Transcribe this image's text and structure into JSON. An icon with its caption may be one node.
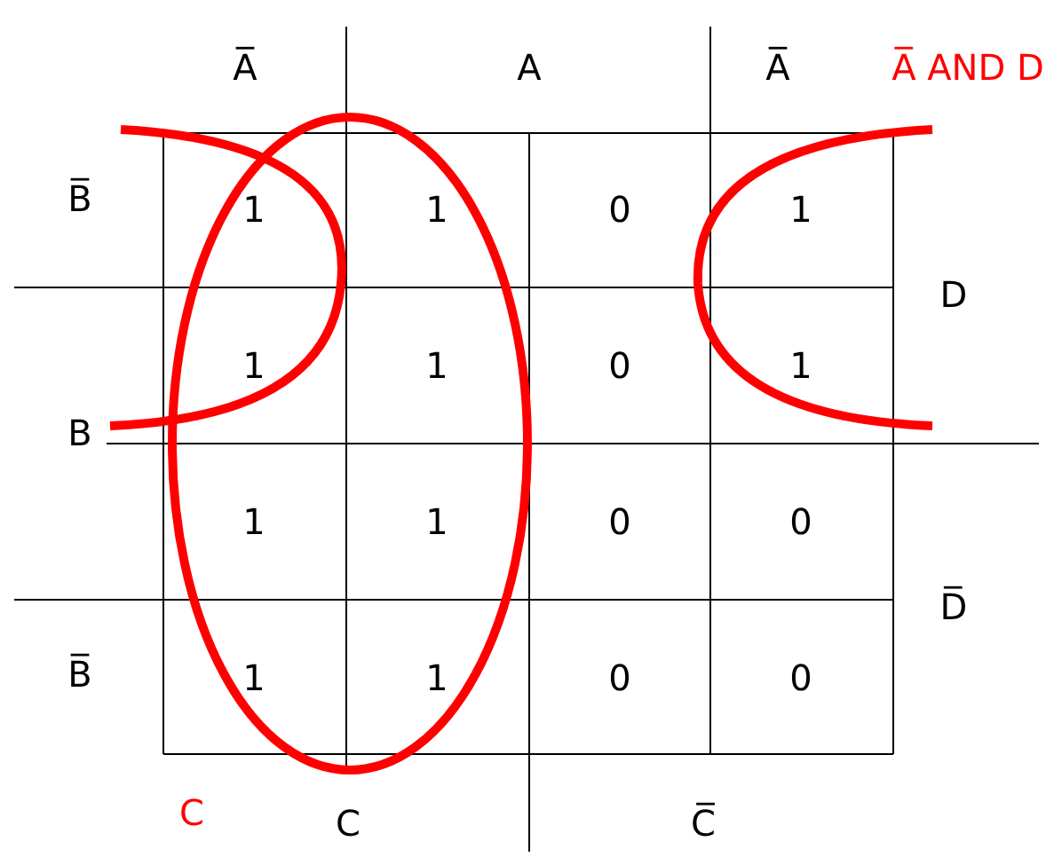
{
  "diagram": {
    "labels": [
      "A̅",
      "A",
      "A̅",
      "A̅ AND D",
      "B̅",
      "1",
      "1",
      "0",
      "1",
      "D",
      "1",
      "1",
      "0",
      "1",
      "B",
      "1",
      "1",
      "0",
      "0",
      "D̅",
      "B̅",
      "1",
      "1",
      "0",
      "0",
      "C",
      "C",
      "C̅"
    ]
  }
}
